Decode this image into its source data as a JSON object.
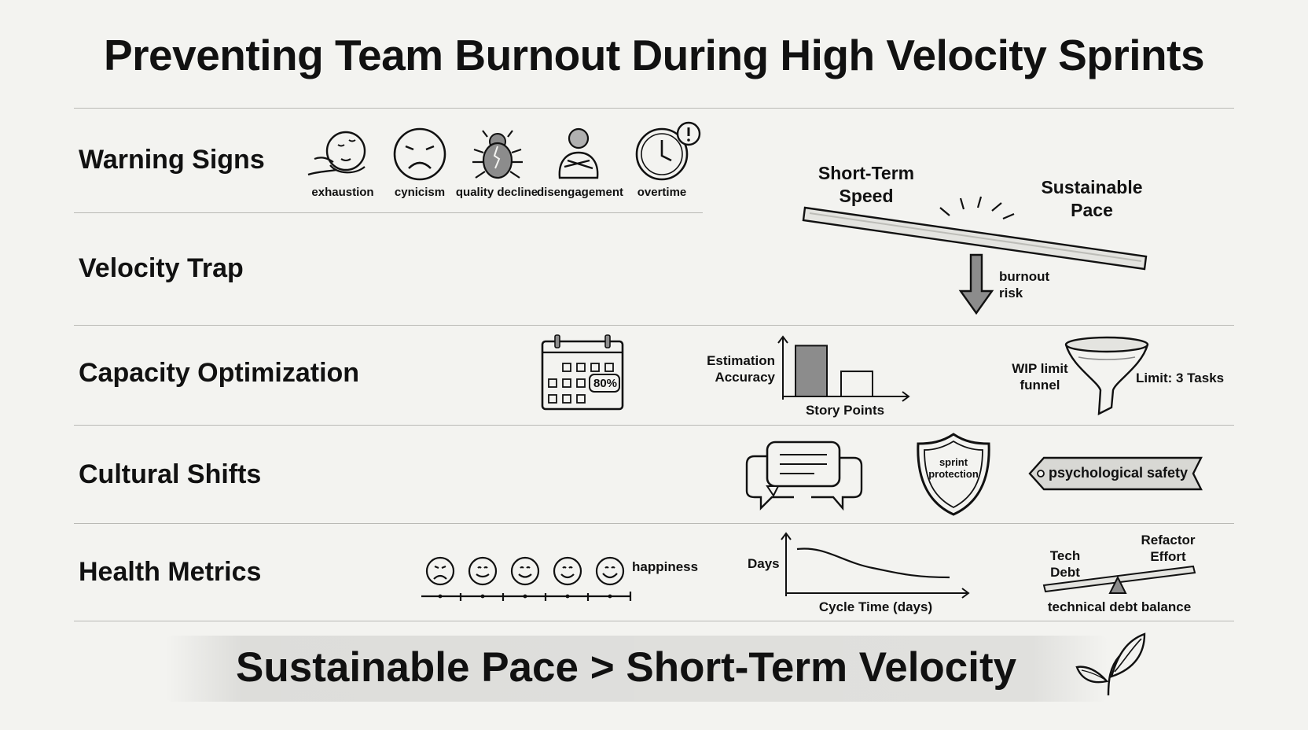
{
  "title": "Preventing Team Burnout During High Velocity Sprints",
  "rows": {
    "warning_signs": {
      "label": "Warning Signs",
      "items": [
        {
          "label": "exhaustion",
          "icon": "sleeping-face-icon"
        },
        {
          "label": "cynicism",
          "icon": "frowning-face-icon"
        },
        {
          "label": "quality decline",
          "icon": "bug-icon"
        },
        {
          "label": "disengagement",
          "icon": "person-arms-crossed-icon"
        },
        {
          "label": "overtime",
          "icon": "clock-alert-icon"
        }
      ]
    },
    "velocity_trap": {
      "label": "Velocity Trap",
      "seesaw": {
        "left_label": "Short-Term\nSpeed",
        "right_label": "Sustainable\nPace",
        "arrow_label": "burnout\nrisk"
      }
    },
    "capacity": {
      "label": "Capacity Optimization",
      "calendar_badge": "80%",
      "chart": {
        "y_label": "Estimation\nAccuracy",
        "x_label": "Story Points"
      },
      "funnel": {
        "left_label": "WIP limit\nfunnel",
        "right_label": "Limit: 3 Tasks"
      }
    },
    "cultural": {
      "label": "Cultural Shifts",
      "shield_text": "sprint\nprotection",
      "banner_text": "psychological safety"
    },
    "health": {
      "label": "Health Metrics",
      "happiness_label": "happiness",
      "cycle": {
        "y_label": "Days",
        "x_label": "Cycle Time (days)"
      },
      "balance": {
        "left_label": "Tech\nDebt",
        "right_label": "Refactor\nEffort",
        "caption": "technical debt balance"
      }
    }
  },
  "footer": "Sustainable Pace > Short-Term Velocity",
  "colors": {
    "background": "#f3f3f0",
    "ink": "#111111",
    "rule": "#b9b9b5",
    "fill_gray": "#8c8c8c"
  },
  "chart_data": {
    "type": "bar",
    "categories": [
      "",
      ""
    ],
    "values": [
      0.85,
      0.42
    ],
    "xlabel": "Story Points",
    "ylabel": "Estimation Accuracy"
  }
}
